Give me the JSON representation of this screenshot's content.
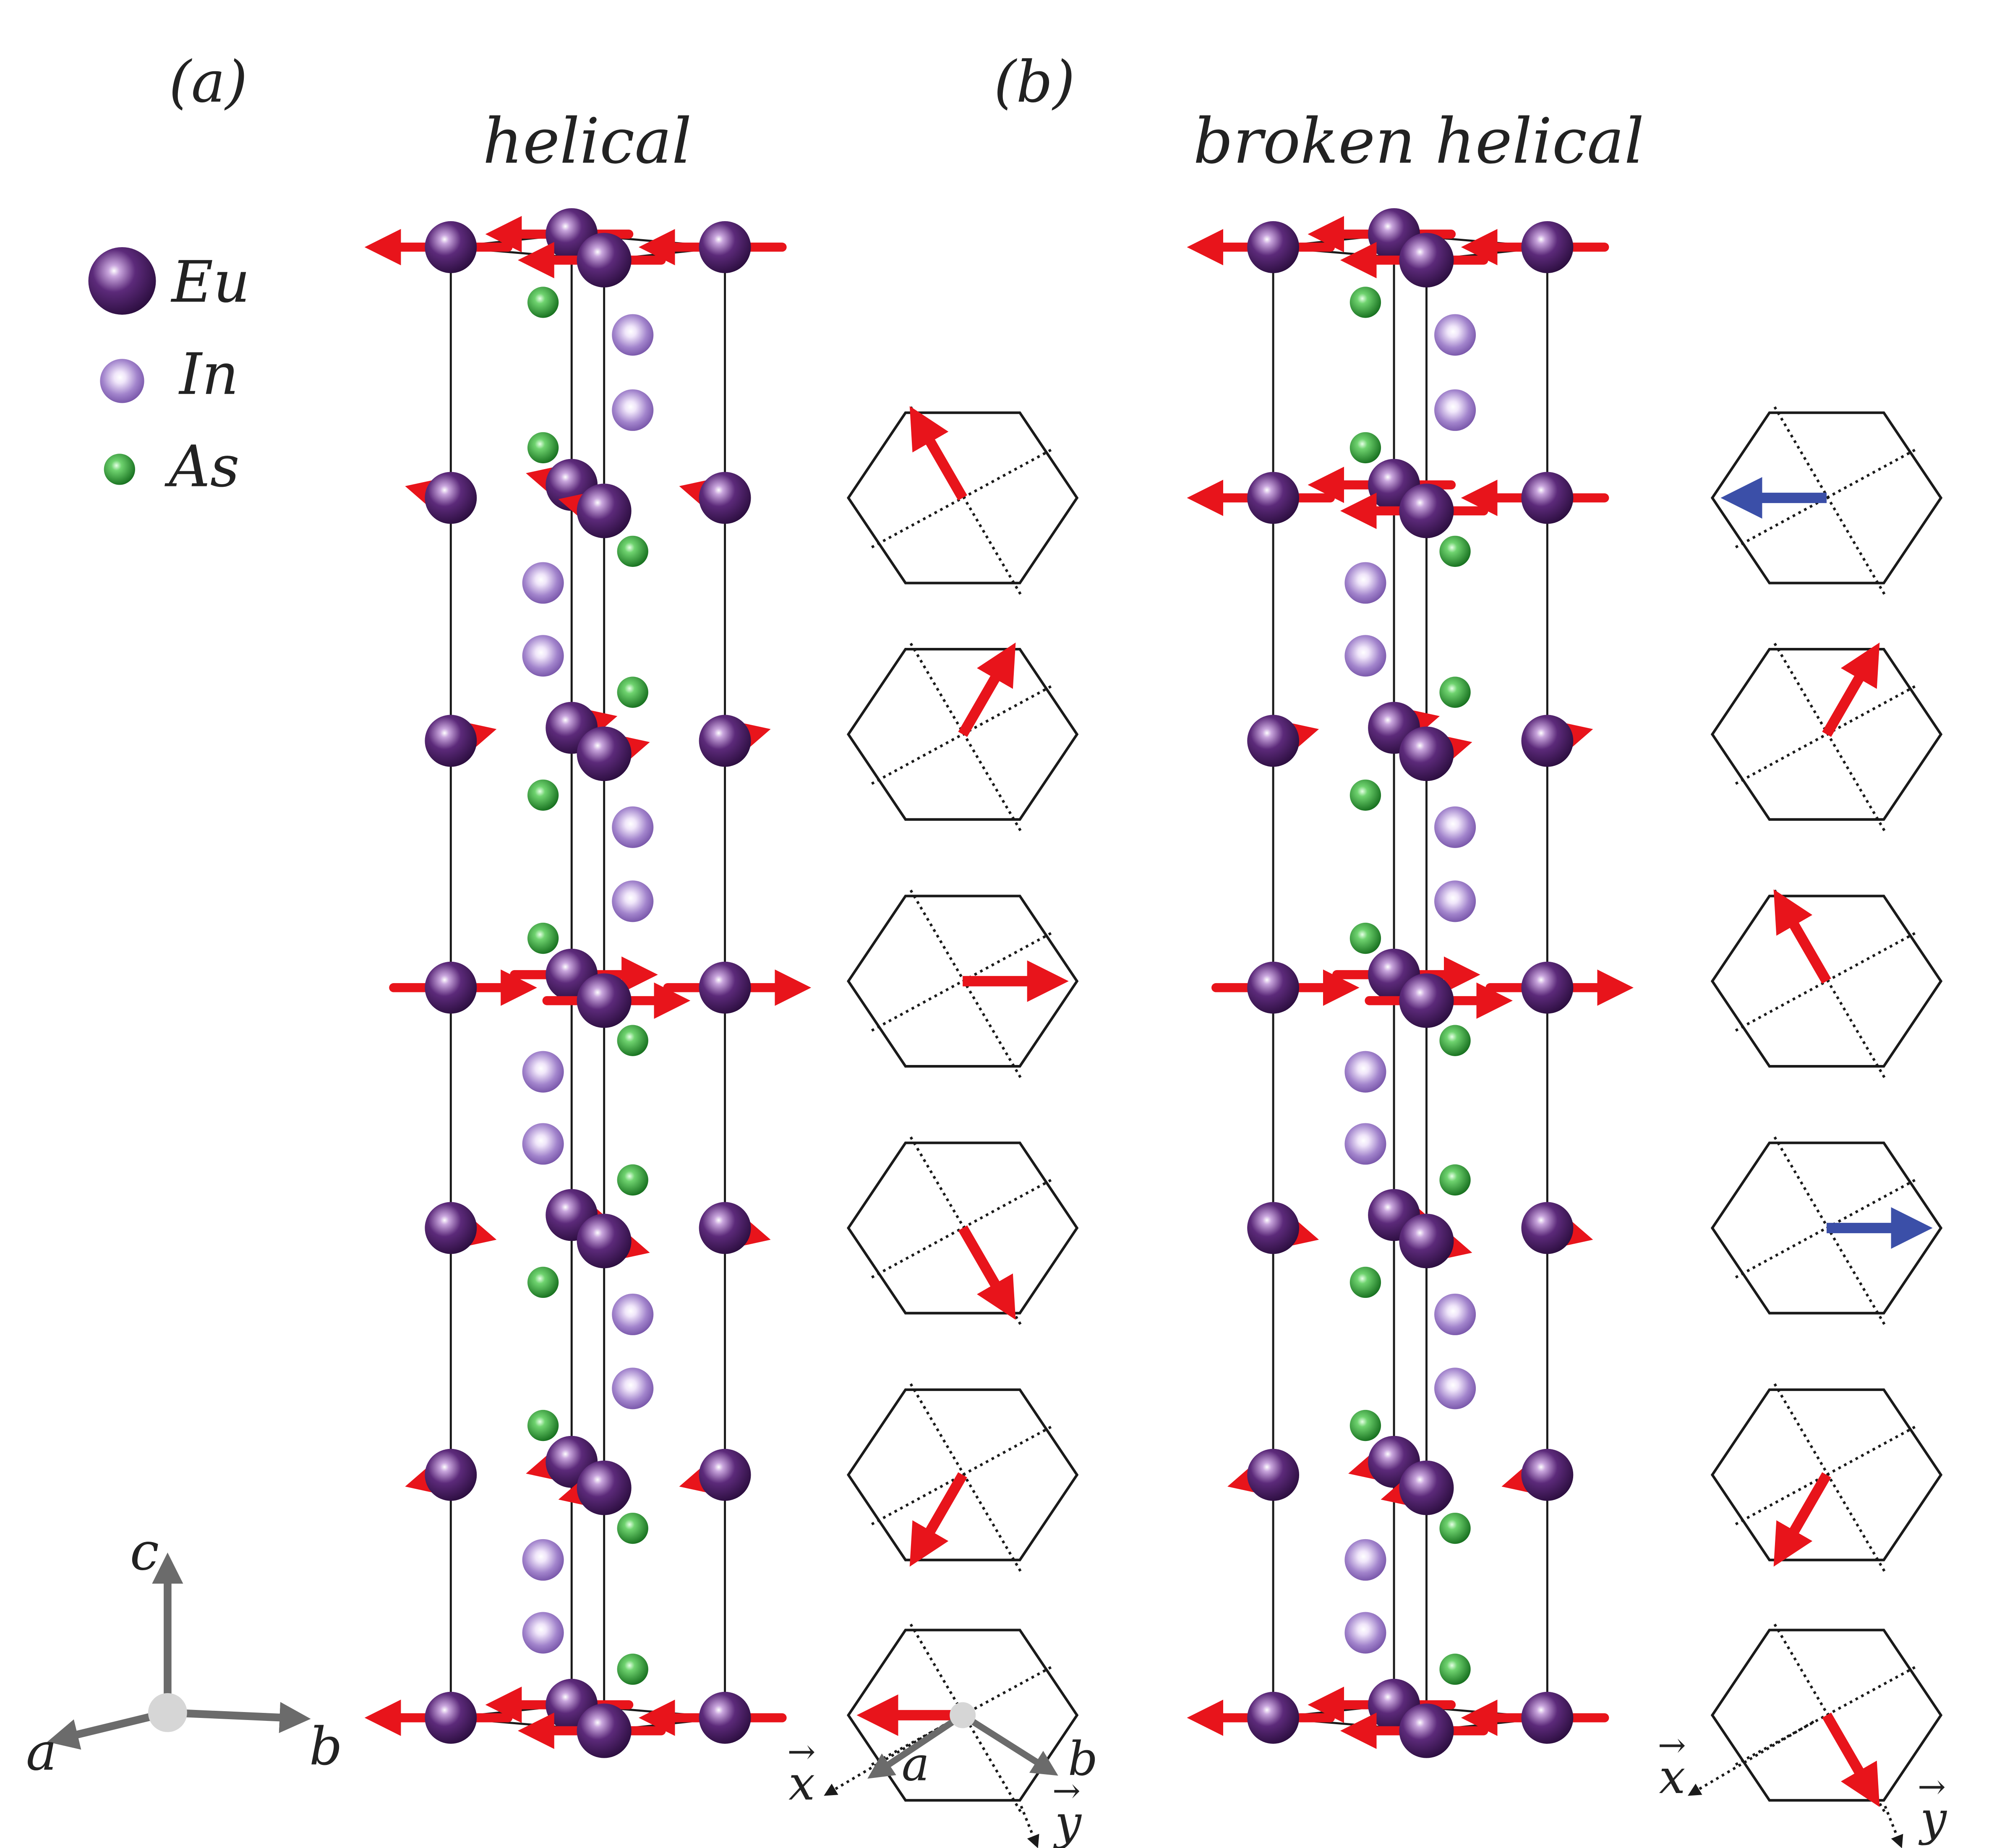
{
  "panels": [
    {
      "id": "a",
      "letter": "(a)",
      "title": "helical"
    },
    {
      "id": "b",
      "letter": "(b)",
      "title": "broken helical"
    }
  ],
  "legend": [
    {
      "label": "Eu",
      "color": "#4b1c66"
    },
    {
      "label": "In",
      "color": "#8a6cc0"
    },
    {
      "label": "As",
      "color": "#2e9a3a"
    }
  ],
  "axes_triad": {
    "c": "c",
    "a": "a",
    "b": "b"
  },
  "hex_axes": {
    "x": "x",
    "y": "y",
    "a": "a",
    "b": "b"
  },
  "colors": {
    "spin": "#e8141b",
    "highlight_spin": "#3b4fa8",
    "bond": "#1a1a1a",
    "axis_arrow": "#6b6b6b"
  },
  "spin_directions": {
    "helical": [
      120,
      60,
      0,
      -60,
      -120,
      180
    ],
    "broken_helical": [
      180,
      60,
      120,
      0,
      -120,
      -60
    ],
    "broken_helical_highlight": [
      true,
      false,
      false,
      true,
      false,
      false
    ]
  }
}
